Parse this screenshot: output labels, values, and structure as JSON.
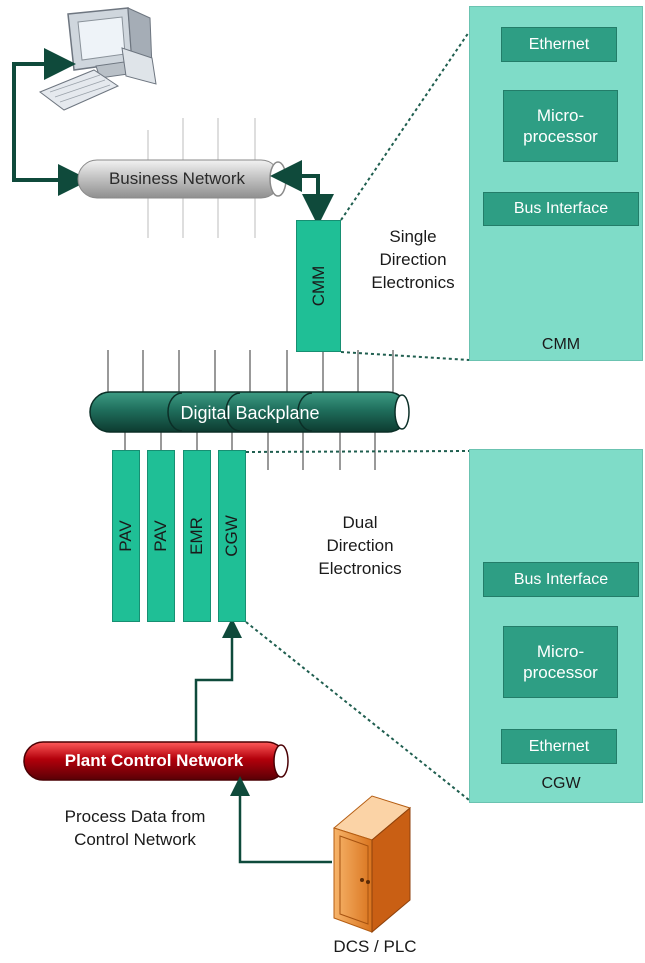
{
  "business_network": {
    "label": "Business Network"
  },
  "plant_control_network": {
    "label": "Plant Control Network"
  },
  "digital_backplane": {
    "label": "Digital Backplane"
  },
  "cmm_module": {
    "label": "CMM"
  },
  "modules": [
    {
      "label": "PAV"
    },
    {
      "label": "PAV"
    },
    {
      "label": "EMR"
    },
    {
      "label": "CGW"
    }
  ],
  "single_direction": {
    "line1": "Single",
    "line2": "Direction",
    "line3": "Electronics"
  },
  "dual_direction": {
    "line1": "Dual",
    "line2": "Direction",
    "line3": "Electronics"
  },
  "process_data": {
    "line1": "Process Data from",
    "line2": "Control Network"
  },
  "dcs_plc": {
    "label": "DCS / PLC"
  },
  "cmm_panel": {
    "ethernet": "Ethernet",
    "micro_line1": "Micro-",
    "micro_line2": "processor",
    "bus_interface": "Bus Interface",
    "caption": "CMM"
  },
  "cgw_panel": {
    "bus_interface": "Bus Interface",
    "micro_line1": "Micro-",
    "micro_line2": "processor",
    "ethernet": "Ethernet",
    "caption": "CGW"
  },
  "colors": {
    "panel": "#7fdcc8",
    "box": "#2e9e84",
    "module": "#1fbf96",
    "backplane": "#1f6e5c",
    "business_pipe": "#c9c9c9",
    "plant_pipe": "#b3000b",
    "arrow": "#0f4a3b",
    "dashed_circle": "#e03a3a"
  },
  "icons": [
    "computer-icon",
    "server-cabinet-icon",
    "diode-symbol-icon",
    "bidirectional-diode-symbol-icon"
  ]
}
